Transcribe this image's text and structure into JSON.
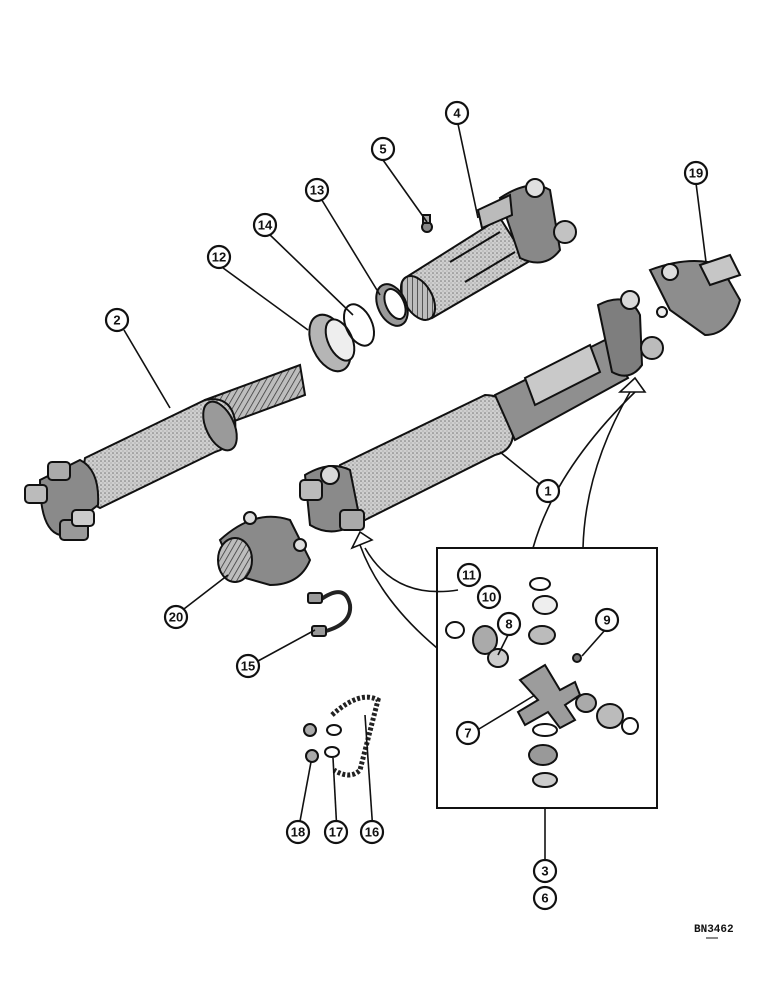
{
  "callouts": [
    {
      "id": "c1",
      "label": "1"
    },
    {
      "id": "c2",
      "label": "2"
    },
    {
      "id": "c3",
      "label": "3"
    },
    {
      "id": "c4",
      "label": "4"
    },
    {
      "id": "c5",
      "label": "5"
    },
    {
      "id": "c6",
      "label": "6"
    },
    {
      "id": "c7",
      "label": "7"
    },
    {
      "id": "c8",
      "label": "8"
    },
    {
      "id": "c9",
      "label": "9"
    },
    {
      "id": "c10",
      "label": "10"
    },
    {
      "id": "c11",
      "label": "11"
    },
    {
      "id": "c12",
      "label": "12"
    },
    {
      "id": "c13",
      "label": "13"
    },
    {
      "id": "c14",
      "label": "14"
    },
    {
      "id": "c15",
      "label": "15"
    },
    {
      "id": "c16",
      "label": "16"
    },
    {
      "id": "c17",
      "label": "17"
    },
    {
      "id": "c18",
      "label": "18"
    },
    {
      "id": "c19",
      "label": "19"
    },
    {
      "id": "c20",
      "label": "20"
    }
  ],
  "reference_code": "BN3462"
}
